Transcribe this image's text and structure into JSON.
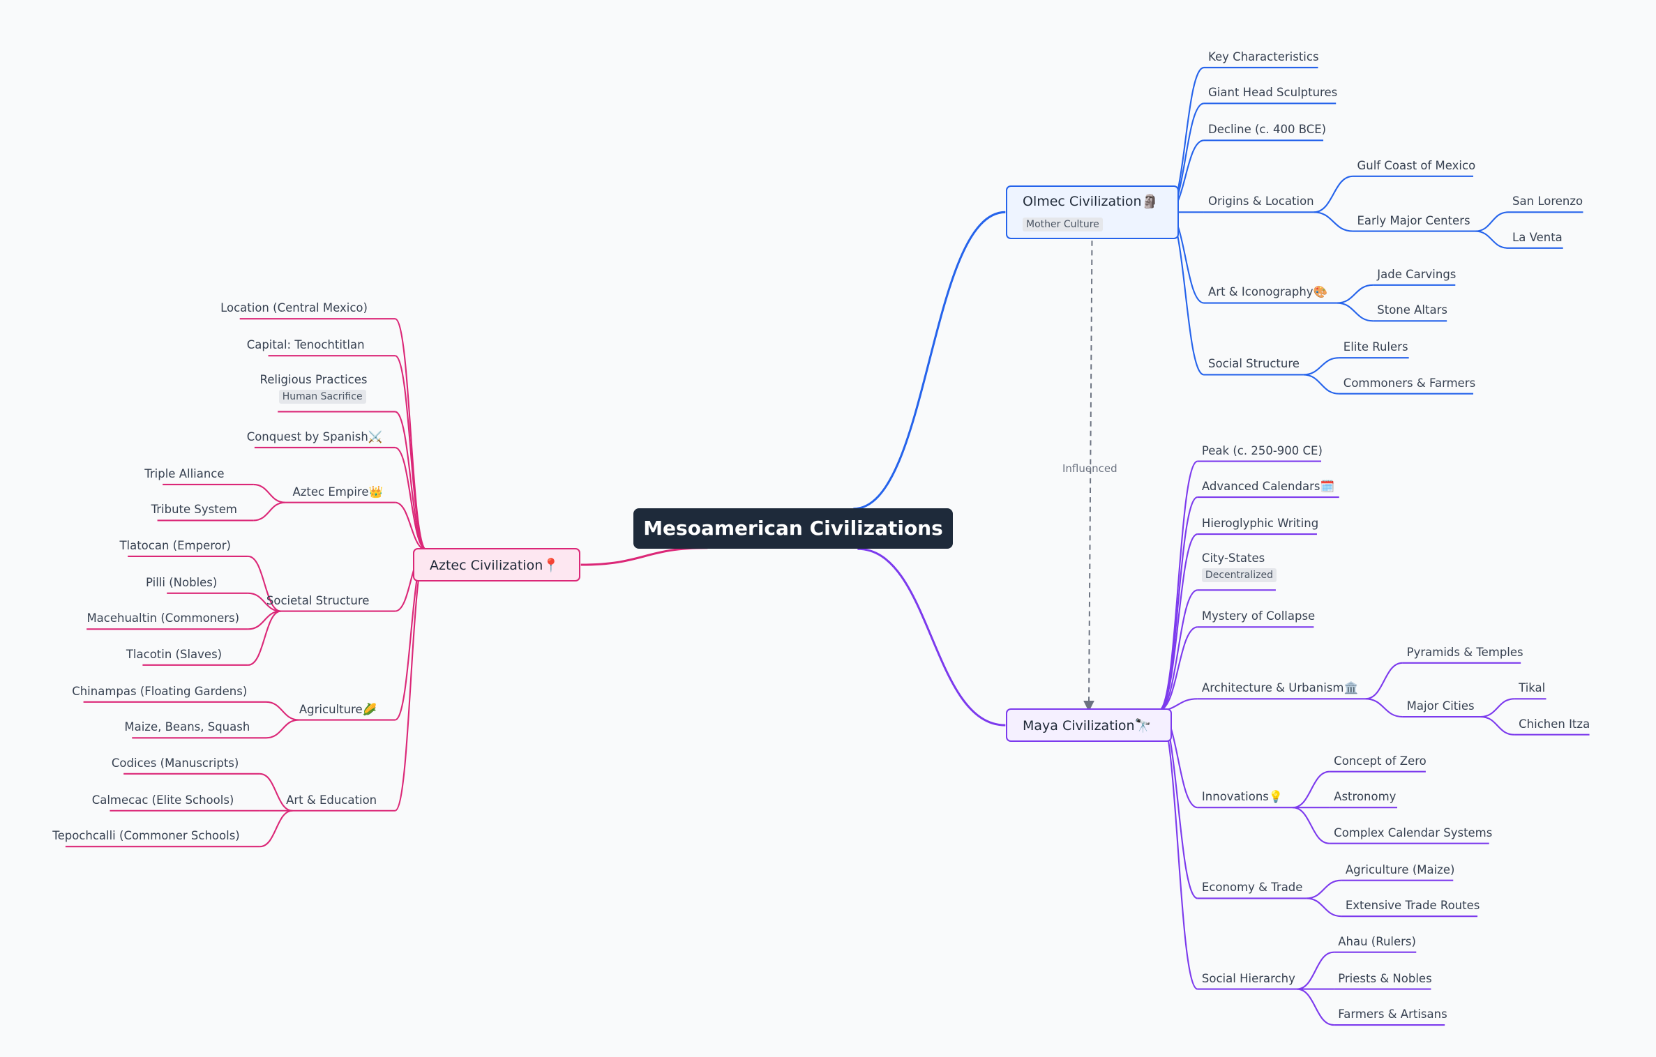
{
  "root": {
    "label": "Mesoamerican Civilizations"
  },
  "colors": {
    "olmec": "#2563eb",
    "maya": "#7c3aed",
    "aztec": "#db2777",
    "root_bg": "#1e2a3a"
  },
  "olmec": {
    "label": "Olmec Civilization🗿",
    "tag": "Mother Culture",
    "children": [
      {
        "label": "Key Characteristics"
      },
      {
        "label": "Giant Head Sculptures"
      },
      {
        "label": "Decline (c. 400 BCE)"
      },
      {
        "label": "Origins & Location",
        "children": [
          {
            "label": "Gulf Coast of Mexico"
          },
          {
            "label": "Early Major Centers",
            "children": [
              {
                "label": "San Lorenzo"
              },
              {
                "label": "La Venta"
              }
            ]
          }
        ]
      },
      {
        "label": "Art & Iconography🎨",
        "children": [
          {
            "label": "Jade Carvings"
          },
          {
            "label": "Stone Altars"
          }
        ]
      },
      {
        "label": "Social Structure",
        "children": [
          {
            "label": "Elite Rulers"
          },
          {
            "label": "Commoners & Farmers"
          }
        ]
      }
    ]
  },
  "cross_link": {
    "label": "Influenced"
  },
  "maya": {
    "label": "Maya Civilization🔭",
    "children": [
      {
        "label": "Peak (c. 250-900 CE)"
      },
      {
        "label": "Advanced Calendars🗓️"
      },
      {
        "label": "Hieroglyphic Writing"
      },
      {
        "label": "City-States",
        "tag": "Decentralized"
      },
      {
        "label": "Mystery of Collapse"
      },
      {
        "label": "Architecture & Urbanism🏛️",
        "children": [
          {
            "label": "Pyramids & Temples"
          },
          {
            "label": "Major Cities",
            "children": [
              {
                "label": "Tikal"
              },
              {
                "label": "Chichen Itza"
              }
            ]
          }
        ]
      },
      {
        "label": "Innovations💡",
        "children": [
          {
            "label": "Concept of Zero"
          },
          {
            "label": "Astronomy"
          },
          {
            "label": "Complex Calendar Systems"
          }
        ]
      },
      {
        "label": "Economy & Trade",
        "children": [
          {
            "label": "Agriculture (Maize)"
          },
          {
            "label": "Extensive Trade Routes"
          }
        ]
      },
      {
        "label": "Social Hierarchy",
        "children": [
          {
            "label": "Ahau (Rulers)"
          },
          {
            "label": "Priests & Nobles"
          },
          {
            "label": "Farmers & Artisans"
          }
        ]
      }
    ]
  },
  "aztec": {
    "label": "Aztec Civilization📍",
    "children": [
      {
        "label": "Location (Central Mexico)"
      },
      {
        "label": "Capital: Tenochtitlan"
      },
      {
        "label": "Religious Practices",
        "tag": "Human Sacrifice"
      },
      {
        "label": "Conquest by Spanish⚔️"
      },
      {
        "label": "Aztec Empire👑",
        "children": [
          {
            "label": "Triple Alliance"
          },
          {
            "label": "Tribute System"
          }
        ]
      },
      {
        "label": "Societal Structure",
        "children": [
          {
            "label": "Tlatocan (Emperor)"
          },
          {
            "label": "Pilli (Nobles)"
          },
          {
            "label": "Macehualtin (Commoners)"
          },
          {
            "label": "Tlacotin (Slaves)"
          }
        ]
      },
      {
        "label": "Agriculture🌽",
        "children": [
          {
            "label": "Chinampas (Floating Gardens)"
          },
          {
            "label": "Maize, Beans, Squash"
          }
        ]
      },
      {
        "label": "Art & Education",
        "children": [
          {
            "label": "Codices (Manuscripts)"
          },
          {
            "label": "Calmecac (Elite Schools)"
          },
          {
            "label": "Tepochcalli (Commoner Schools)"
          }
        ]
      }
    ]
  }
}
